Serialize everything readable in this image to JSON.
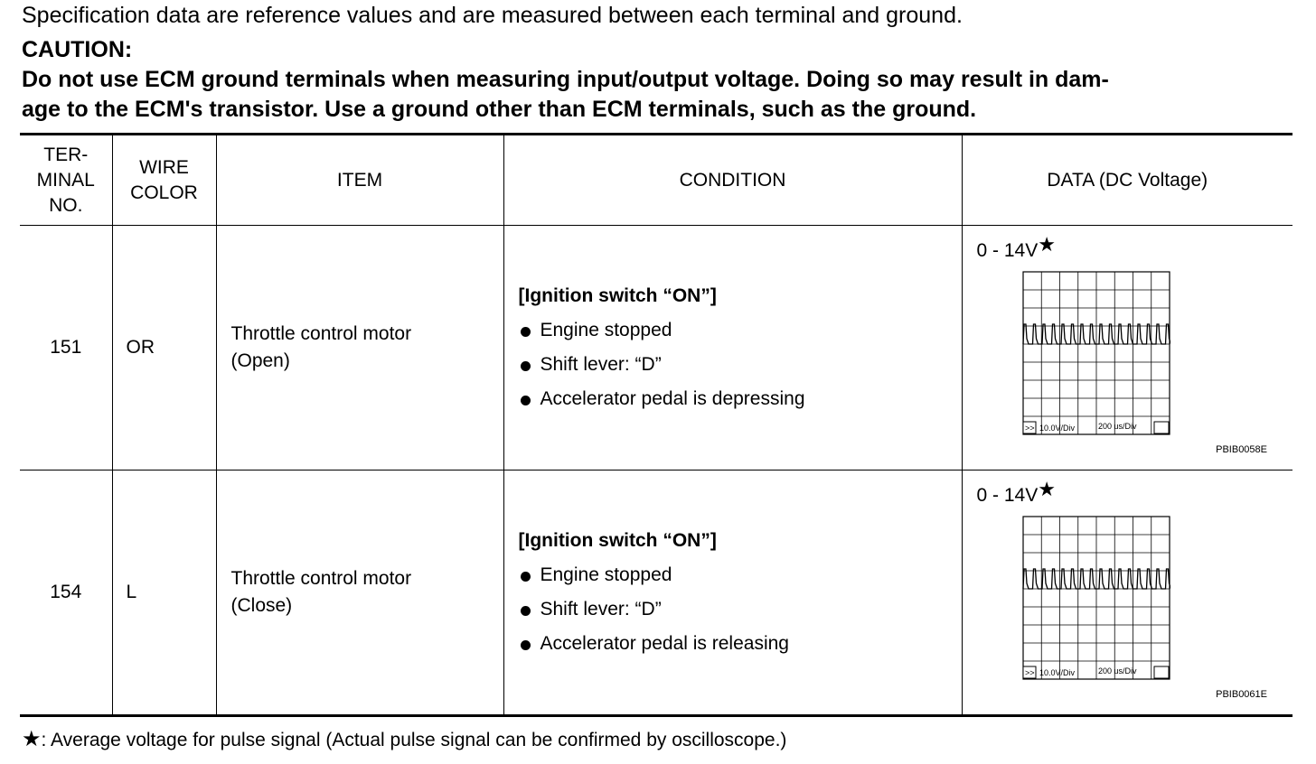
{
  "intro_text": "Specification data are reference values and are measured between each terminal and ground.",
  "caution": {
    "heading": "CAUTION:",
    "line1": "Do not use ECM ground terminals when measuring input/output voltage. Doing so may result in dam-",
    "line2": "age to the ECM's transistor. Use a ground other than ECM terminals, such as the ground."
  },
  "table": {
    "headers": {
      "terminal_1": "TER-",
      "terminal_2": "MINAL",
      "terminal_3": "NO.",
      "wire_1": "WIRE",
      "wire_2": "COLOR",
      "item": "ITEM",
      "condition": "CONDITION",
      "data": "DATA (DC Voltage)"
    },
    "rows": [
      {
        "terminal": "151",
        "wire": "OR",
        "item_1": "Throttle control motor",
        "item_2": "(Open)",
        "cond_title": "[Ignition switch “ON”]",
        "cond_1": "Engine stopped",
        "cond_2": "Shift lever: “D”",
        "cond_3": "Accelerator pedal is depressing",
        "voltage": "0 - 14V",
        "star": "★",
        "scope_label_1": ">>",
        "scope_label_2": "10.0V/Div",
        "scope_label_3": "200 us/Div",
        "figure_id": "PBIB0058E"
      },
      {
        "terminal": "154",
        "wire": "L",
        "item_1": "Throttle control motor",
        "item_2": "(Close)",
        "cond_title": "[Ignition switch “ON”]",
        "cond_1": "Engine stopped",
        "cond_2": "Shift lever: “D”",
        "cond_3": "Accelerator pedal is releasing",
        "voltage": "0 - 14V",
        "star": "★",
        "scope_label_1": ">>",
        "scope_label_2": "10.0V/Div",
        "scope_label_3": "200 us/Div",
        "figure_id": "PBIB0061E"
      }
    ]
  },
  "footnote": {
    "star": "★",
    "text": ": Average voltage for pulse signal (Actual pulse signal can be confirmed by oscilloscope.)"
  }
}
